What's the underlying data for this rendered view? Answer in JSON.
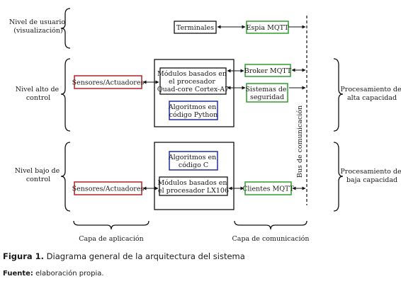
{
  "levels": {
    "user": [
      "Nivel de usuario",
      "(visualización)"
    ],
    "high": [
      "Nivel alto de",
      "control"
    ],
    "low": [
      "Nivel bajo de",
      "control"
    ]
  },
  "processing": {
    "high": [
      "Procesamiento de",
      "alta capacidad"
    ],
    "low": [
      "Procesamiento de",
      "baja capacidad"
    ]
  },
  "boxes": {
    "terminales": "Terminales",
    "espia_mqtt": "Espia MQTT",
    "sensores_high": "Sensores/Actuadores",
    "modulos_high": [
      "Módulos basados en",
      "el procesador",
      "Quad-core Cortex-A7"
    ],
    "algoritmos_python": [
      "Algoritmos en",
      "código Python"
    ],
    "broker_mqtt": "Broker MQTT",
    "sistemas_seguridad": [
      "Sistemas de",
      "seguridad"
    ],
    "algoritmos_c": [
      "Algoritmos en",
      "código C"
    ],
    "sensores_low": "Sensores/Actuadores",
    "modulos_low": [
      "Módulos basados en",
      "el procesador LX106"
    ],
    "clientes_mqtt": "Clientes MQTT"
  },
  "bus_label": "Bus de comunicación",
  "layers": {
    "application": "Capa de aplicación",
    "communication": "Capa de comunicación"
  },
  "caption": {
    "figure_label": "Figura 1.",
    "figure_text": " Diagrama general de la arquitectura del sistema",
    "source_label": "Fuente:",
    "source_text": " elaboración propia."
  },
  "colors": {
    "red_box": "#b22222",
    "green_box": "#2e9e2e",
    "blue_box": "#1f2f9e",
    "black": "#111111"
  }
}
